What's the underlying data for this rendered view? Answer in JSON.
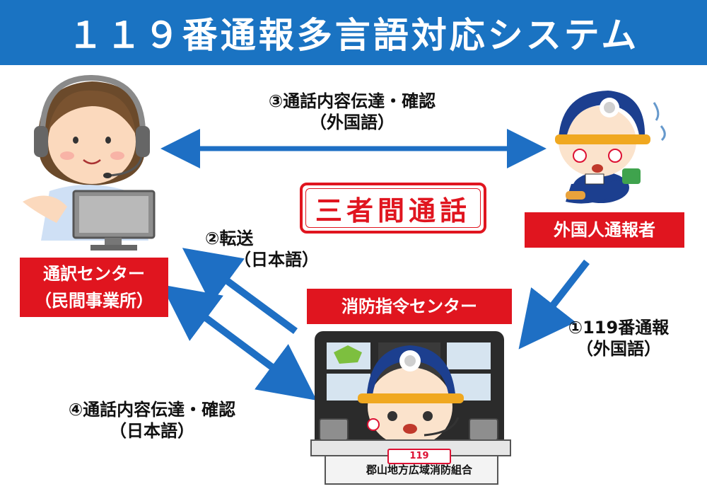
{
  "title": "１１９番通報多言語対応システム",
  "center_label": "三者間通話",
  "nodes": {
    "interpreter": {
      "line1": "通訳センター",
      "line2": "（民間事業所）"
    },
    "caller": {
      "label": "外国人通報者"
    },
    "dispatch": {
      "label": "消防指令センター",
      "desk_number": "119",
      "desk_name": "郡山地方広域消防組合"
    }
  },
  "steps": {
    "step1": {
      "line1": "①119番通報",
      "line2": "（外国語）"
    },
    "step2": {
      "line1": "②転送",
      "line2": "（日本語）"
    },
    "step3": {
      "line1": "③通話内容伝達・確認",
      "line2": "（外国語）"
    },
    "step4": {
      "line1": "④通話内容伝達・確認",
      "line2": "（日本語）"
    }
  },
  "colors": {
    "title_bg": "#1a73c2",
    "arrow": "#1e6fc4",
    "label_red": "#e0151f"
  },
  "icons": [
    "operator-headset-illustration",
    "firefighter-mascot-distressed",
    "firefighter-mascot-dispatcher"
  ]
}
